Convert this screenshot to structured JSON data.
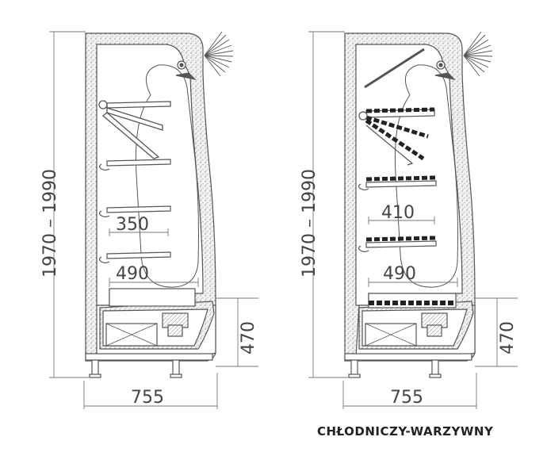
{
  "caption": "CHŁODNICZY-WARZYWNY",
  "left_drawing": {
    "height_label": "1970 – 1990",
    "shelf_depth_upper": "350",
    "shelf_depth_base": "490",
    "counter_height": "470",
    "overall_depth": "755"
  },
  "right_drawing": {
    "height_label": "1970 – 1990",
    "shelf_depth_upper": "410",
    "shelf_depth_base": "490",
    "counter_height": "470",
    "overall_depth": "755"
  },
  "colors": {
    "line": "#555555",
    "fill_speckle": "#9a9a9a",
    "shelf_dark": "#222222"
  }
}
